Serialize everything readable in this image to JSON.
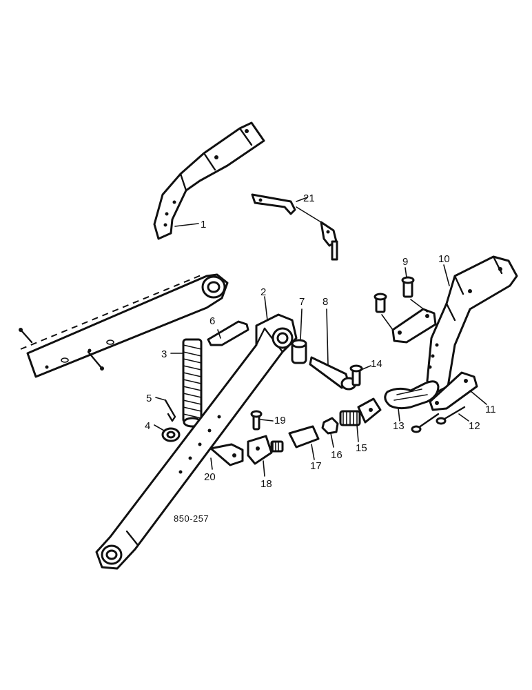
{
  "diagram": {
    "drawing_code": "850-257",
    "callouts": [
      {
        "id": "c1",
        "label": "1"
      },
      {
        "id": "c2",
        "label": "2"
      },
      {
        "id": "c3",
        "label": "3"
      },
      {
        "id": "c4",
        "label": "4"
      },
      {
        "id": "c5",
        "label": "5"
      },
      {
        "id": "c6",
        "label": "6"
      },
      {
        "id": "c7",
        "label": "7"
      },
      {
        "id": "c8",
        "label": "8"
      },
      {
        "id": "c9",
        "label": "9"
      },
      {
        "id": "c10",
        "label": "10"
      },
      {
        "id": "c11",
        "label": "11"
      },
      {
        "id": "c12",
        "label": "12"
      },
      {
        "id": "c13",
        "label": "13"
      },
      {
        "id": "c14",
        "label": "14"
      },
      {
        "id": "c15",
        "label": "15"
      },
      {
        "id": "c16",
        "label": "16"
      },
      {
        "id": "c17",
        "label": "17"
      },
      {
        "id": "c18",
        "label": "18"
      },
      {
        "id": "c19",
        "label": "19"
      },
      {
        "id": "c20",
        "label": "20"
      },
      {
        "id": "c21",
        "label": "21"
      }
    ]
  }
}
